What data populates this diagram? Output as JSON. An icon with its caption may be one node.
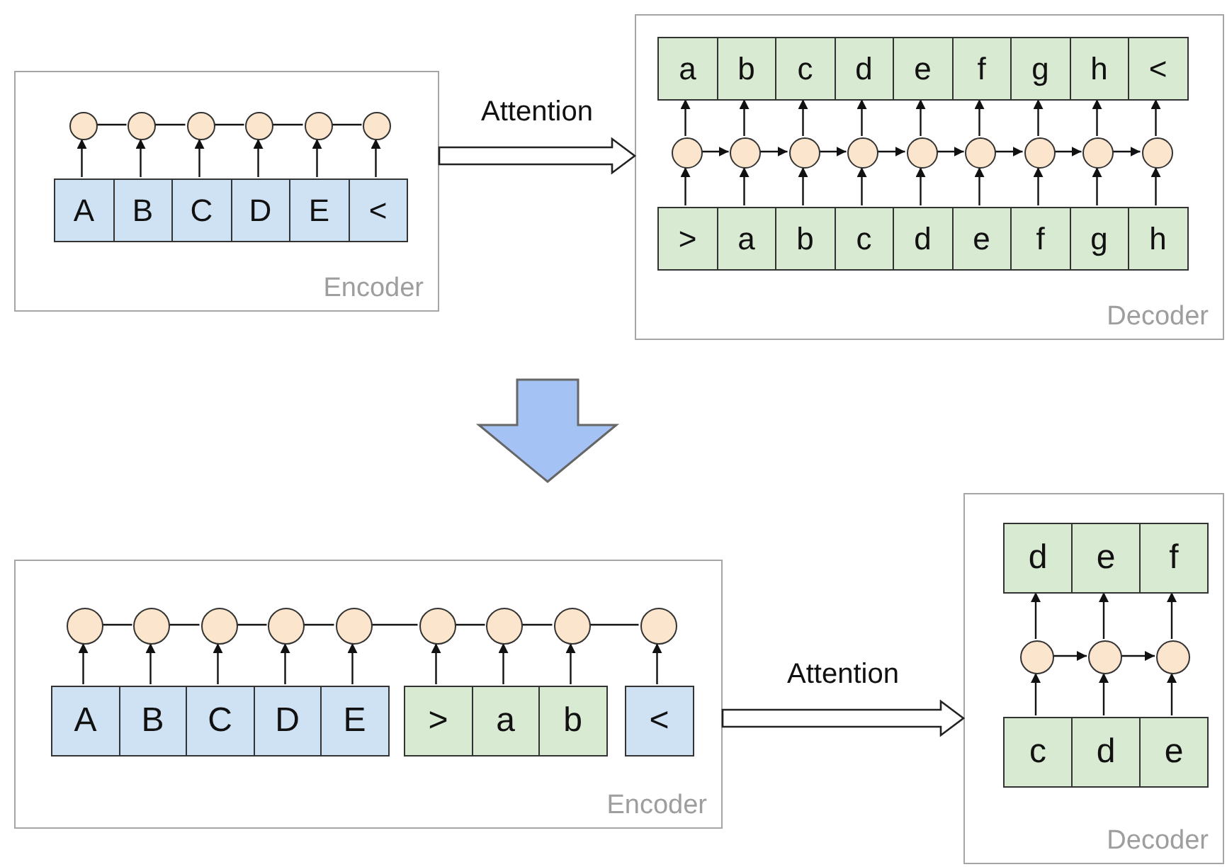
{
  "diagram": {
    "nodes": [
      {
        "text": [
          "Encoder"
        ]
      },
      {
        "text": [],
        "shape": "circle",
        "in": 0
      },
      {
        "text": [],
        "shape": "circle",
        "in": 0
      },
      {
        "text": [],
        "shape": "circle",
        "in": 0
      },
      {
        "text": [],
        "shape": "circle",
        "in": 0
      },
      {
        "text": [],
        "shape": "circle",
        "in": 0
      },
      {
        "text": [],
        "shape": "circle",
        "in": 0
      },
      {
        "text": [
          "A"
        ],
        "in": 0
      },
      {
        "text": [
          "B"
        ],
        "in": 0
      },
      {
        "text": [
          "C"
        ],
        "in": 0
      },
      {
        "text": [
          "D"
        ],
        "in": 0
      },
      {
        "text": [
          "E"
        ],
        "in": 0
      },
      {
        "text": [
          "<"
        ],
        "in": 0
      },
      {
        "text": [
          "Decoder"
        ]
      },
      {
        "text": [
          "a"
        ],
        "in": 13
      },
      {
        "text": [
          "b"
        ],
        "in": 13
      },
      {
        "text": [
          "c"
        ],
        "in": 13
      },
      {
        "text": [
          "d"
        ],
        "in": 13
      },
      {
        "text": [
          "e"
        ],
        "in": 13
      },
      {
        "text": [
          "f"
        ],
        "in": 13
      },
      {
        "text": [
          "g"
        ],
        "in": 13
      },
      {
        "text": [
          "h"
        ],
        "in": 13
      },
      {
        "text": [
          "<"
        ],
        "in": 13
      },
      {
        "text": [],
        "shape": "circle",
        "in": 13
      },
      {
        "text": [],
        "shape": "circle",
        "in": 13
      },
      {
        "text": [],
        "shape": "circle",
        "in": 13
      },
      {
        "text": [],
        "shape": "circle",
        "in": 13
      },
      {
        "text": [],
        "shape": "circle",
        "in": 13
      },
      {
        "text": [],
        "shape": "circle",
        "in": 13
      },
      {
        "text": [],
        "shape": "circle",
        "in": 13
      },
      {
        "text": [],
        "shape": "circle",
        "in": 13
      },
      {
        "text": [],
        "shape": "circle",
        "in": 13
      },
      {
        "text": [
          ">"
        ],
        "in": 13
      },
      {
        "text": [
          "a"
        ],
        "in": 13
      },
      {
        "text": [
          "b"
        ],
        "in": 13
      },
      {
        "text": [
          "c"
        ],
        "in": 13
      },
      {
        "text": [
          "d"
        ],
        "in": 13
      },
      {
        "text": [
          "e"
        ],
        "in": 13
      },
      {
        "text": [
          "f"
        ],
        "in": 13
      },
      {
        "text": [
          "g"
        ],
        "in": 13
      },
      {
        "text": [
          "h"
        ],
        "in": 13
      },
      {
        "text": [
          "Encoder"
        ]
      },
      {
        "text": [],
        "shape": "circle",
        "in": 41
      },
      {
        "text": [],
        "shape": "circle",
        "in": 41
      },
      {
        "text": [],
        "shape": "circle",
        "in": 41
      },
      {
        "text": [],
        "shape": "circle",
        "in": 41
      },
      {
        "text": [],
        "shape": "circle",
        "in": 41
      },
      {
        "text": [],
        "shape": "circle",
        "in": 41
      },
      {
        "text": [],
        "shape": "circle",
        "in": 41
      },
      {
        "text": [],
        "shape": "circle",
        "in": 41
      },
      {
        "text": [],
        "shape": "circle",
        "in": 41
      },
      {
        "text": [
          "A"
        ],
        "in": 41
      },
      {
        "text": [
          "B"
        ],
        "in": 41
      },
      {
        "text": [
          "C"
        ],
        "in": 41
      },
      {
        "text": [
          "D"
        ],
        "in": 41
      },
      {
        "text": [
          "E"
        ],
        "in": 41
      },
      {
        "text": [
          ">"
        ],
        "in": 41
      },
      {
        "text": [
          "a"
        ],
        "in": 41
      },
      {
        "text": [
          "b"
        ],
        "in": 41
      },
      {
        "text": [
          "<"
        ],
        "in": 41
      },
      {
        "text": [
          "Decoder"
        ]
      },
      {
        "text": [
          "d"
        ],
        "in": 60
      },
      {
        "text": [
          "e"
        ],
        "in": 60
      },
      {
        "text": [
          "f"
        ],
        "in": 60
      },
      {
        "text": [],
        "shape": "circle",
        "in": 60
      },
      {
        "text": [],
        "shape": "circle",
        "in": 60
      },
      {
        "text": [],
        "shape": "circle",
        "in": 60
      },
      {
        "text": [
          "c"
        ],
        "in": 60
      },
      {
        "text": [
          "d"
        ],
        "in": 60
      },
      {
        "text": [
          "e"
        ],
        "in": 60
      }
    ],
    "edges": [
      {
        "from": 7,
        "to": 1,
        "arrow": "to"
      },
      {
        "from": 8,
        "to": 2,
        "arrow": "to"
      },
      {
        "from": 9,
        "to": 3,
        "arrow": "to"
      },
      {
        "from": 10,
        "to": 4,
        "arrow": "to"
      },
      {
        "from": 11,
        "to": 5,
        "arrow": "to"
      },
      {
        "from": 12,
        "to": 6,
        "arrow": "to"
      },
      {
        "from": 1,
        "to": 2,
        "arrow": "none"
      },
      {
        "from": 2,
        "to": 3,
        "arrow": "none"
      },
      {
        "from": 3,
        "to": 4,
        "arrow": "none"
      },
      {
        "from": 4,
        "to": 5,
        "arrow": "none"
      },
      {
        "from": 5,
        "to": 6,
        "arrow": "none"
      },
      {
        "from": 32,
        "to": 23,
        "arrow": "to"
      },
      {
        "from": 33,
        "to": 24,
        "arrow": "to"
      },
      {
        "from": 34,
        "to": 25,
        "arrow": "to"
      },
      {
        "from": 35,
        "to": 26,
        "arrow": "to"
      },
      {
        "from": 36,
        "to": 27,
        "arrow": "to"
      },
      {
        "from": 37,
        "to": 28,
        "arrow": "to"
      },
      {
        "from": 38,
        "to": 29,
        "arrow": "to"
      },
      {
        "from": 39,
        "to": 30,
        "arrow": "to"
      },
      {
        "from": 40,
        "to": 31,
        "arrow": "to"
      },
      {
        "from": 23,
        "to": 24,
        "arrow": "to"
      },
      {
        "from": 24,
        "to": 25,
        "arrow": "to"
      },
      {
        "from": 25,
        "to": 26,
        "arrow": "to"
      },
      {
        "from": 26,
        "to": 27,
        "arrow": "to"
      },
      {
        "from": 27,
        "to": 28,
        "arrow": "to"
      },
      {
        "from": 28,
        "to": 29,
        "arrow": "to"
      },
      {
        "from": 29,
        "to": 30,
        "arrow": "to"
      },
      {
        "from": 30,
        "to": 31,
        "arrow": "to"
      },
      {
        "from": 23,
        "to": 14,
        "arrow": "to"
      },
      {
        "from": 24,
        "to": 15,
        "arrow": "to"
      },
      {
        "from": 25,
        "to": 16,
        "arrow": "to"
      },
      {
        "from": 26,
        "to": 17,
        "arrow": "to"
      },
      {
        "from": 27,
        "to": 18,
        "arrow": "to"
      },
      {
        "from": 28,
        "to": 19,
        "arrow": "to"
      },
      {
        "from": 29,
        "to": 20,
        "arrow": "to"
      },
      {
        "from": 30,
        "to": 21,
        "arrow": "to"
      },
      {
        "from": 31,
        "to": 22,
        "arrow": "to"
      },
      {
        "from": 51,
        "to": 42,
        "arrow": "to"
      },
      {
        "from": 52,
        "to": 43,
        "arrow": "to"
      },
      {
        "from": 53,
        "to": 44,
        "arrow": "to"
      },
      {
        "from": 54,
        "to": 45,
        "arrow": "to"
      },
      {
        "from": 55,
        "to": 46,
        "arrow": "to"
      },
      {
        "from": 56,
        "to": 47,
        "arrow": "to"
      },
      {
        "from": 57,
        "to": 48,
        "arrow": "to"
      },
      {
        "from": 58,
        "to": 49,
        "arrow": "to"
      },
      {
        "from": 59,
        "to": 50,
        "arrow": "to"
      },
      {
        "from": 42,
        "to": 43,
        "arrow": "none"
      },
      {
        "from": 43,
        "to": 44,
        "arrow": "none"
      },
      {
        "from": 44,
        "to": 45,
        "arrow": "none"
      },
      {
        "from": 45,
        "to": 46,
        "arrow": "none"
      },
      {
        "from": 46,
        "to": 47,
        "arrow": "none"
      },
      {
        "from": 47,
        "to": 48,
        "arrow": "none"
      },
      {
        "from": 48,
        "to": 49,
        "arrow": "none"
      },
      {
        "from": 49,
        "to": 50,
        "arrow": "none"
      },
      {
        "from": 67,
        "to": 64,
        "arrow": "to"
      },
      {
        "from": 68,
        "to": 65,
        "arrow": "to"
      },
      {
        "from": 69,
        "to": 66,
        "arrow": "to"
      },
      {
        "from": 64,
        "to": 65,
        "arrow": "to"
      },
      {
        "from": 65,
        "to": 66,
        "arrow": "to"
      },
      {
        "from": 64,
        "to": 61,
        "arrow": "to"
      },
      {
        "from": 65,
        "to": 62,
        "arrow": "to"
      },
      {
        "from": 66,
        "to": 63,
        "arrow": "to"
      },
      {
        "from": 0,
        "to": 13,
        "arrow": "to",
        "label": "Attention",
        "style": "thick"
      },
      {
        "from": 41,
        "to": 60,
        "arrow": "to",
        "label": "Attention",
        "style": "thick"
      }
    ]
  }
}
